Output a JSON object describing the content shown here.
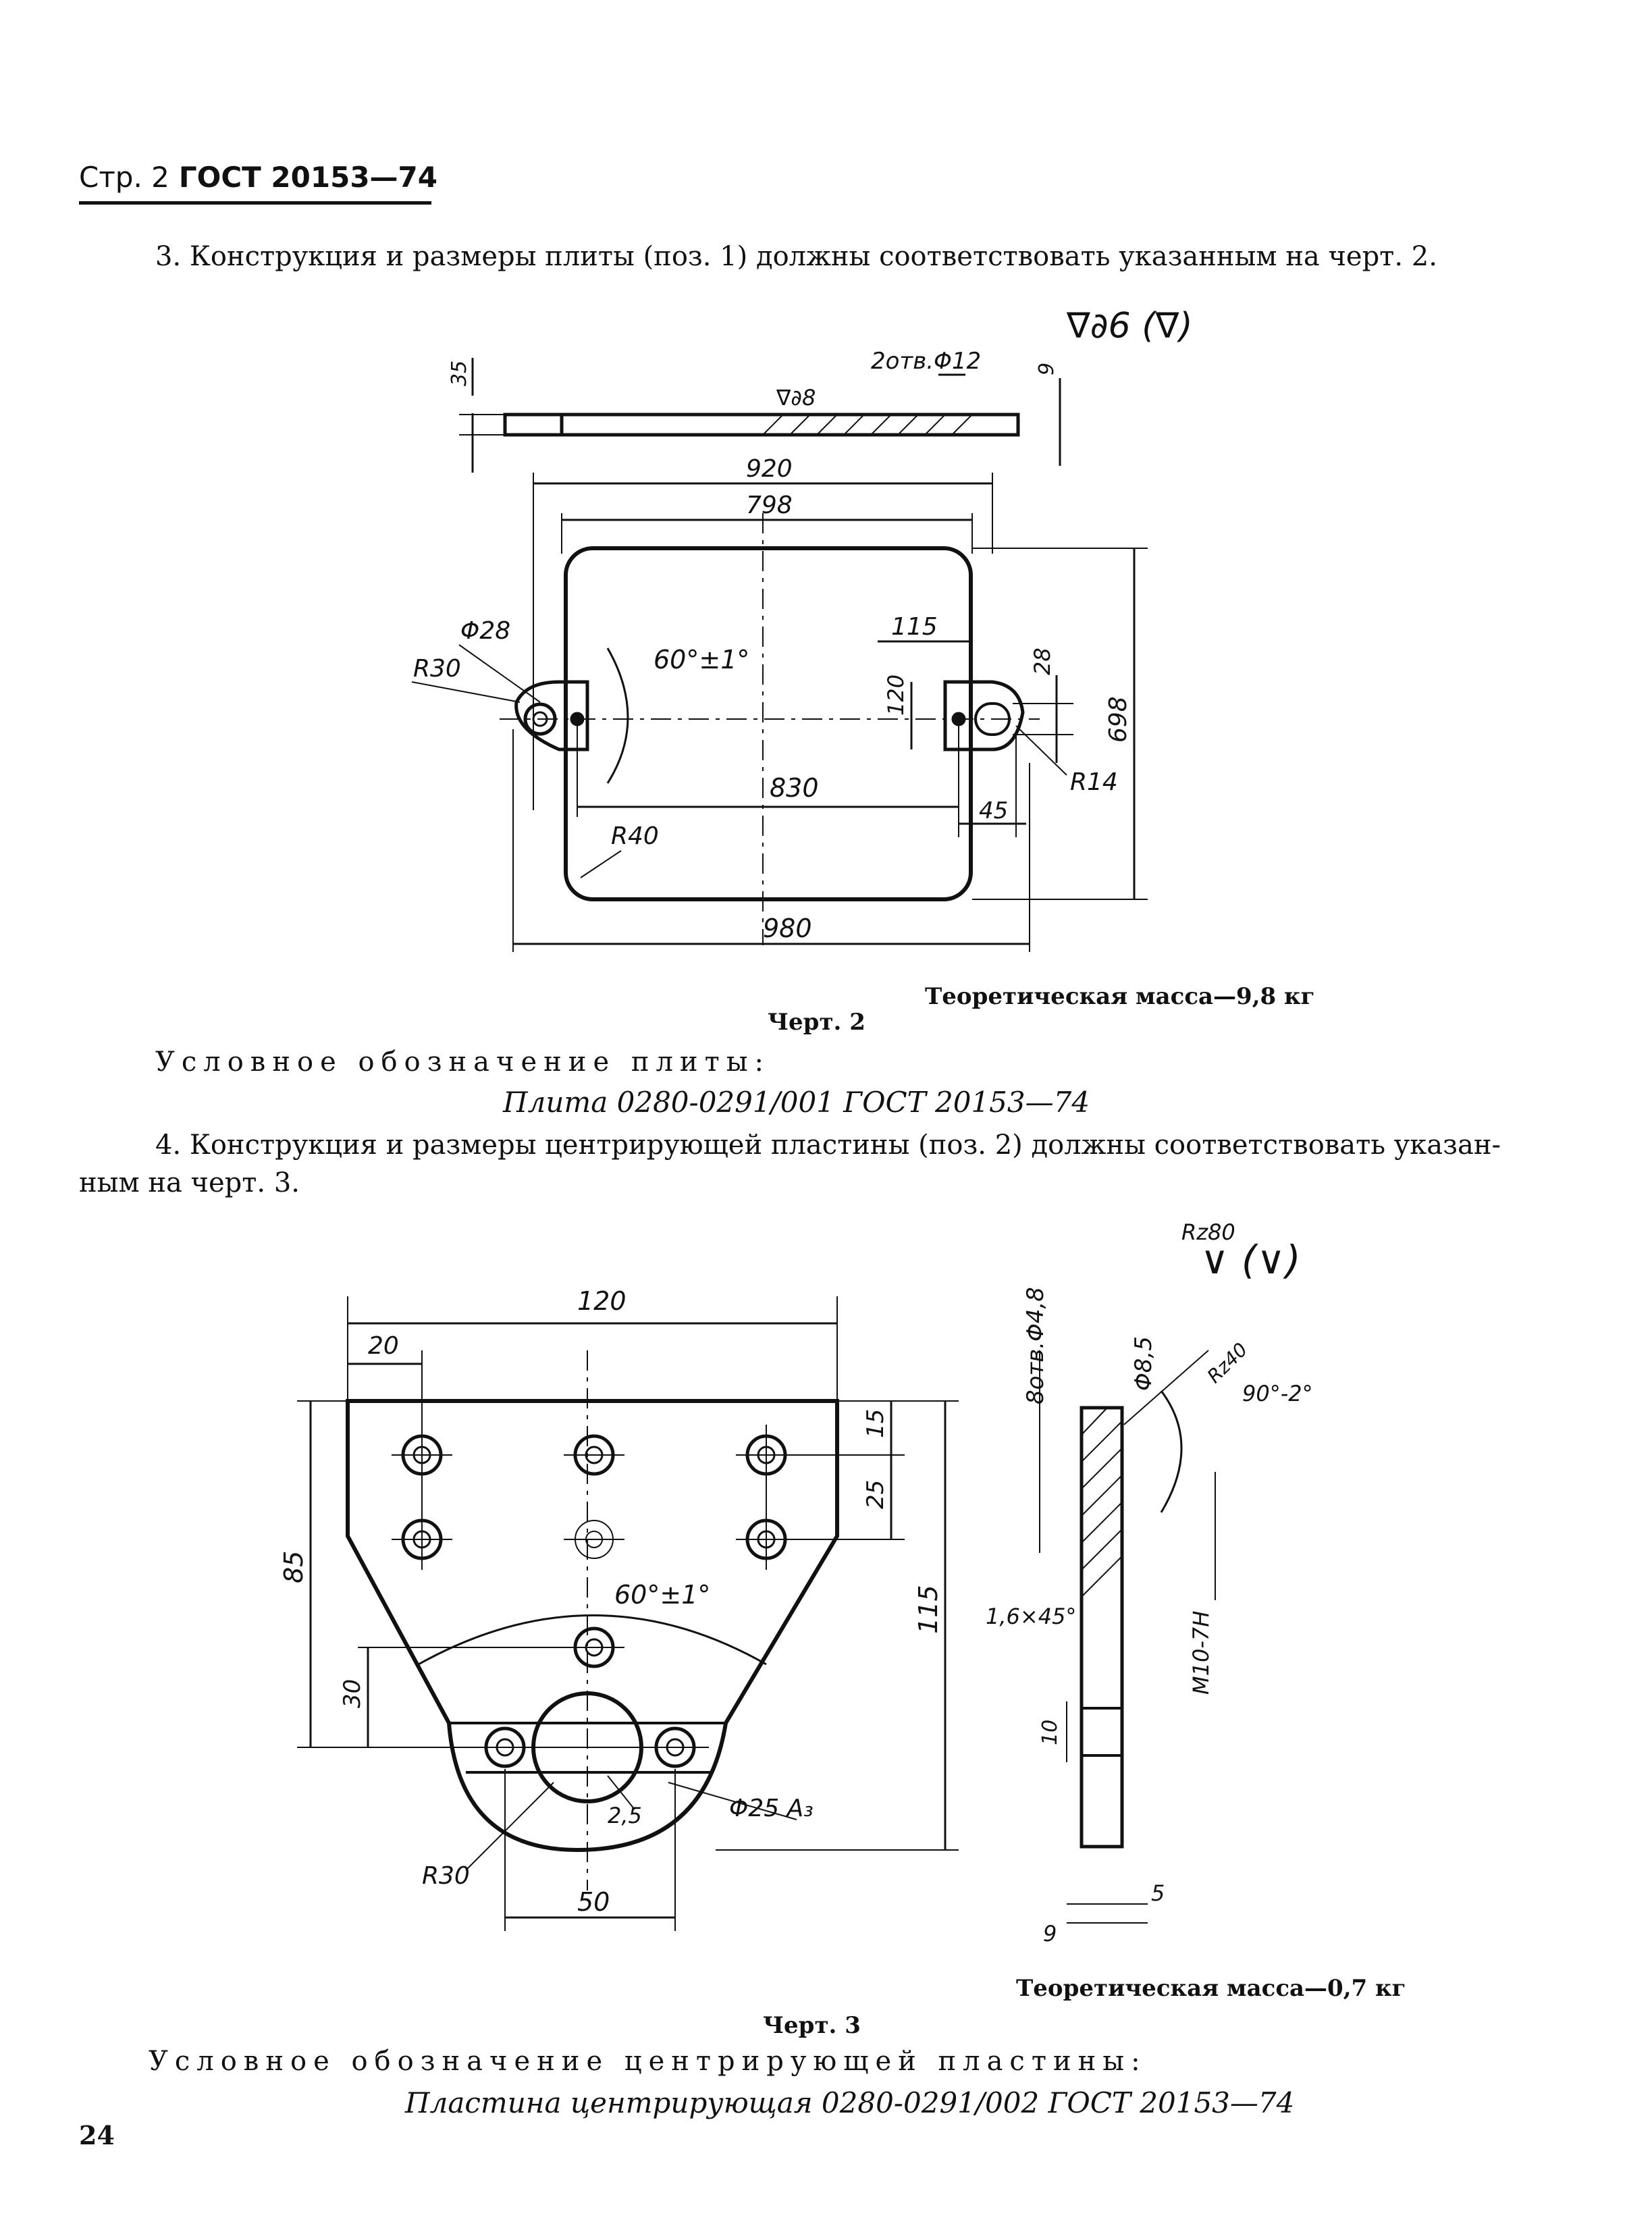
{
  "header": {
    "page": "Стр. 2",
    "standard": "ГОСТ 20153—74"
  },
  "para3": "3. Конструкция и размеры плиты (поз. 1) должны соответствовать указанным на черт. 2.",
  "drawing2": {
    "roughness_top": "∇∂6 (∇)",
    "holes_label": "2отв.Φ12",
    "dim_35": "35",
    "dim_9": "9",
    "surface_mark": "∇∂8",
    "dim_920": "920",
    "dim_798": "798",
    "dim_phi28": "Φ28",
    "dim_r30": "R30",
    "dim_angle": "60°±1°",
    "dim_115": "115",
    "dim_120": "120",
    "dim_28": "28",
    "dim_698": "698",
    "dim_830": "830",
    "dim_45": "45",
    "dim_r14": "R14",
    "dim_r40": "R40",
    "dim_980": "980",
    "mass": "Теоретическая масса—9,8 кг",
    "caption": "Черт. 2"
  },
  "designation1_label": "Условное обозначение плиты:",
  "designation1_value": "Плита 0280-0291/001 ГОСТ 20153—74",
  "para4_line1": "4. Конструкция и размеры центрирующей пластины (поз. 2) должны соответствовать указан-",
  "para4_line2": "ным на черт. 3.",
  "drawing3": {
    "roughness_label": "Rz80",
    "roughness_symbol": "∨ (∨)",
    "dim_120": "120",
    "dim_20": "20",
    "dim_15": "15",
    "dim_25": "25",
    "dim_85": "85",
    "dim_115": "115",
    "dim_angle": "60°±1°",
    "dim_30": "30",
    "dim_r30": "R30",
    "dim_2_5": "2,5",
    "dim_phi25": "Φ25 A₃",
    "dim_50": "50",
    "side_holes": "8отв.Φ4,8",
    "dim_phi8_5": "Φ8,5",
    "side_rz": "Rz40",
    "side_angle": "90°-2°",
    "side_chamfer": "1,6×45°",
    "side_thread": "M10-7H",
    "dim_10": "10",
    "dim_5": "5",
    "dim_9": "9",
    "mass": "Теоретическая масса—0,7 кг",
    "caption": "Черт. 3"
  },
  "designation2_label": "Условное обозначение центрирующей пластины:",
  "designation2_value": "Пластина центрирующая 0280-0291/002 ГОСТ 20153—74",
  "page_number": "24"
}
